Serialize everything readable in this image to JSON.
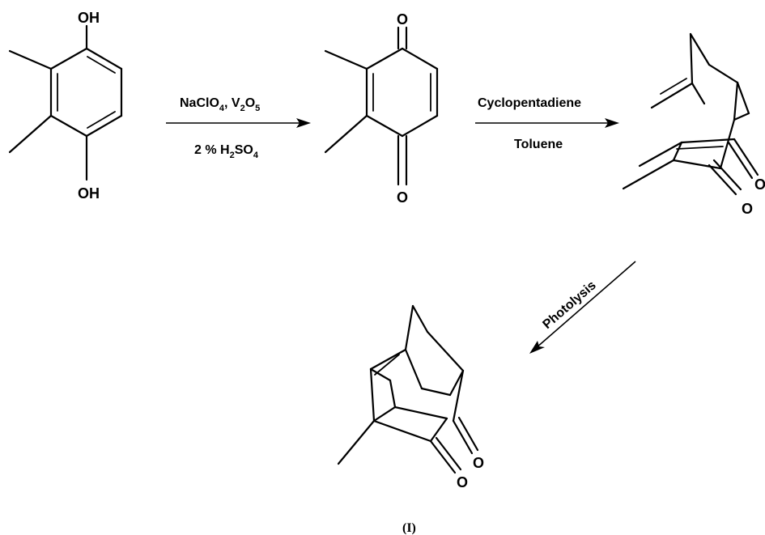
{
  "atoms": {
    "oh": "OH",
    "o": "O"
  },
  "step1": {
    "reagent_line1": {
      "a": "NaClO",
      "b": "4",
      "c": ", V",
      "d": "2",
      "e": "O",
      "f": "5"
    },
    "reagent_line2": {
      "a": "2 % H",
      "b": "2",
      "c": "SO",
      "d": "4"
    }
  },
  "step2": {
    "reagent_line1": "Cyclopentadiene",
    "reagent_line2": "Toluene"
  },
  "step3": {
    "reagent": "Photolysis"
  },
  "product_label": "(I)"
}
